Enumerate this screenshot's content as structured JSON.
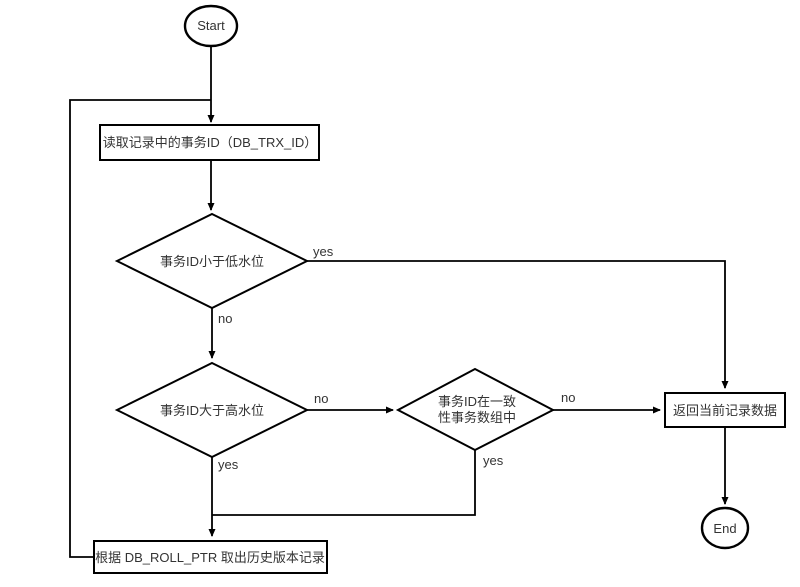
{
  "flowchart": {
    "nodes": {
      "start": "Start",
      "read_record": "读取记录中的事务ID（DB_TRX_ID）",
      "check_low_watermark": "事务ID小于低水位",
      "check_high_watermark": "事务ID大于高水位",
      "check_active_array_line1": "事务ID在一致",
      "check_active_array_line2": "性事务数组中",
      "return_current": "返回当前记录数据",
      "fetch_history": "根据 DB_ROLL_PTR 取出历史版本记录",
      "end": "End"
    },
    "edges": {
      "low_watermark_yes": "yes",
      "low_watermark_no": "no",
      "high_watermark_no": "no",
      "high_watermark_yes": "yes",
      "active_array_no": "no",
      "active_array_yes": "yes"
    },
    "colors": {
      "line": "#000000",
      "text": "#333333",
      "background": "#ffffff"
    }
  }
}
